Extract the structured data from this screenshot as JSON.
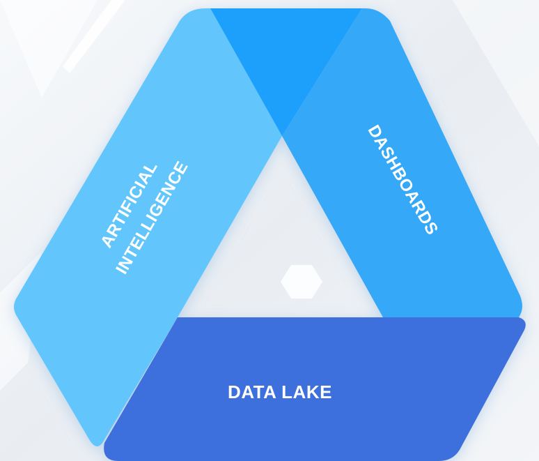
{
  "diagram": {
    "segments": {
      "left": {
        "label_line1": "ARTIFICIAL",
        "label_line2": "INTELLIGENCE",
        "color": "#62c6fc"
      },
      "right": {
        "label": "DASHBOARDS",
        "color": "#35a8f7"
      },
      "bottom": {
        "label": "DATA LAKE",
        "color": "#3c6fdc"
      }
    },
    "apex_color": "#1aa0fb",
    "background_color": "#eef1f5"
  }
}
